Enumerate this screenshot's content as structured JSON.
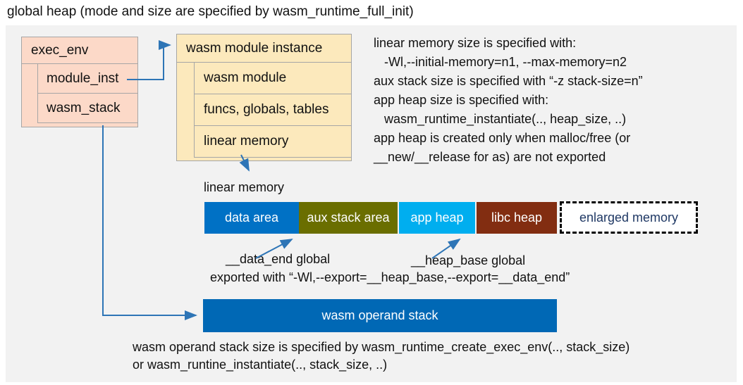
{
  "title": "global heap (mode and size are specified by wasm_runtime_full_init)",
  "exec_env": {
    "header": "exec_env",
    "rows": [
      "module_inst",
      "wasm_stack"
    ]
  },
  "module_instance": {
    "header": "wasm module instance",
    "rows": [
      "wasm module",
      "funcs, globals, tables",
      "linear memory"
    ]
  },
  "right_notes": [
    "linear memory size is specified with:",
    "   -Wl,--initial-memory=n1, --max-memory=n2",
    "aux stack size is specified with “-z stack-size=n”",
    "app heap size is specified with:",
    "   wasm_runtime_instantiate(.., heap_size, ..)",
    "app heap is created only when malloc/free (or",
    "__new/__release for as) are not exported"
  ],
  "linear_memory": {
    "label": "linear memory",
    "segments": [
      {
        "label": "data area",
        "color": "#0071c5",
        "width": 134
      },
      {
        "label": "aux stack area",
        "color": "#6a6e00",
        "width": 140
      },
      {
        "label": "app heap",
        "color": "#00aeef",
        "width": 108,
        "gap": true
      },
      {
        "label": "libc heap",
        "color": "#822d11",
        "width": 114,
        "gap": true
      }
    ],
    "enlarged_label": "enlarged memory"
  },
  "annotations": {
    "data_end_label": "__data_end global",
    "heap_base_label": "__heap_base global",
    "export_note": "exported with “-Wl,--export=__heap_base,--export=__data_end”"
  },
  "operand_stack_label": "wasm operand stack",
  "bottom_notes": [
    "wasm operand stack size is specified by wasm_runtime_create_exec_env(.., stack_size)",
    "or wasm_runtine_instantiate(.., stack_size, ..)"
  ],
  "colors": {
    "box_pink": "#fcd9c8",
    "box_cream": "#fce9bc",
    "panel_gray": "#f2f2f2",
    "border_gray": "#a6a6a6",
    "connector_blue": "#2e75b6",
    "data_area": "#0071c5",
    "aux_stack_area": "#6a6e00",
    "app_heap": "#00aeef",
    "libc_heap": "#822d11",
    "operand_stack": "#0068b5",
    "enlarged_text": "#1f3864"
  }
}
